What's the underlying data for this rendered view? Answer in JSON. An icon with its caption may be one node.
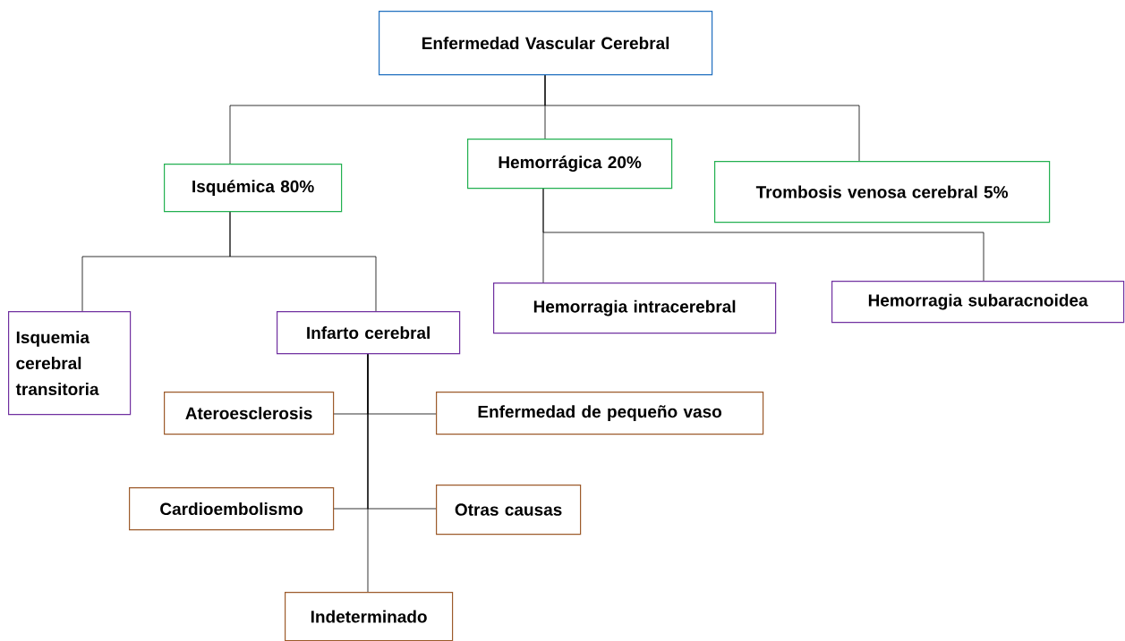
{
  "diagram": {
    "nodes": [
      {
        "text": [
          "Enfermedad Vascular Cerebral"
        ]
      },
      {
        "text": [
          "Isquémica 80%"
        ]
      },
      {
        "text": [
          "Hemorrágica 20%"
        ]
      },
      {
        "text": [
          "Trombosis venosa cerebral 5%"
        ]
      },
      {
        "text": [
          "Isquemia cerebral transitoria"
        ]
      },
      {
        "text": [
          "Infarto cerebral"
        ]
      },
      {
        "text": [
          "Hemorragia intracerebral"
        ]
      },
      {
        "text": [
          "Hemorragia subaracnoidea"
        ]
      },
      {
        "text": [
          "Ateroesclerosis"
        ]
      },
      {
        "text": [
          "Enfermedad de pequeño vaso"
        ]
      },
      {
        "text": [
          "Cardioembolismo"
        ]
      },
      {
        "text": [
          "Otras causas"
        ]
      },
      {
        "text": [
          "Indeterminado"
        ]
      }
    ],
    "edges": [
      {
        "from": 0,
        "to": 1,
        "arrow": "none"
      },
      {
        "from": 0,
        "to": 2,
        "arrow": "none"
      },
      {
        "from": 0,
        "to": 3,
        "arrow": "none"
      },
      {
        "from": 1,
        "to": 4,
        "arrow": "none"
      },
      {
        "from": 1,
        "to": 5,
        "arrow": "none"
      },
      {
        "from": 2,
        "to": 6,
        "arrow": "none"
      },
      {
        "from": 2,
        "to": 7,
        "arrow": "none"
      },
      {
        "from": 5,
        "to": 8,
        "arrow": "none"
      },
      {
        "from": 5,
        "to": 9,
        "arrow": "none"
      },
      {
        "from": 5,
        "to": 10,
        "arrow": "none"
      },
      {
        "from": 5,
        "to": 11,
        "arrow": "none"
      },
      {
        "from": 5,
        "to": 12,
        "arrow": "none"
      }
    ]
  }
}
